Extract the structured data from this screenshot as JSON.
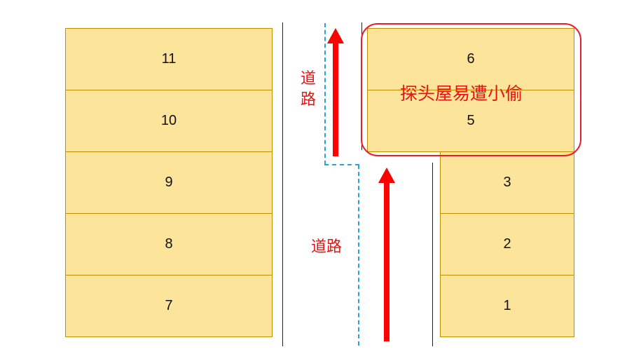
{
  "left_row": {
    "lots": [
      "11",
      "10",
      "9",
      "8",
      "7"
    ]
  },
  "right_row": {
    "upper_lots": [
      "6",
      "5"
    ],
    "lower_lots": [
      "3",
      "2",
      "1"
    ]
  },
  "road_labels": {
    "upper": [
      "道",
      "路"
    ],
    "lower": "道路"
  },
  "callout": {
    "text": "探头屋易遭小偷"
  },
  "colors": {
    "lot_fill": "#fde49b",
    "lot_border": "#bf9000",
    "arrow": "#ff0000",
    "dashed_path": "#2aa4d8",
    "callout": "#e8202a"
  }
}
